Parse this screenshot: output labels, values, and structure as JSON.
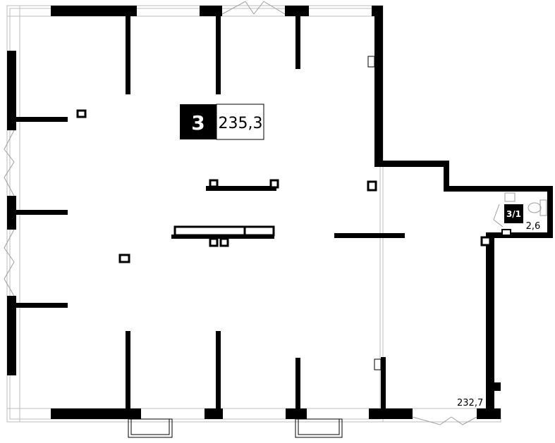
{
  "plan": {
    "main_room": {
      "number": "3",
      "area": "235,3"
    },
    "wc_room": {
      "number": "3/1",
      "area": "2,6"
    },
    "total_area": "232,7"
  },
  "colors": {
    "wall": "#000000",
    "window_frame": "#bdbdbd",
    "background": "#ffffff"
  }
}
